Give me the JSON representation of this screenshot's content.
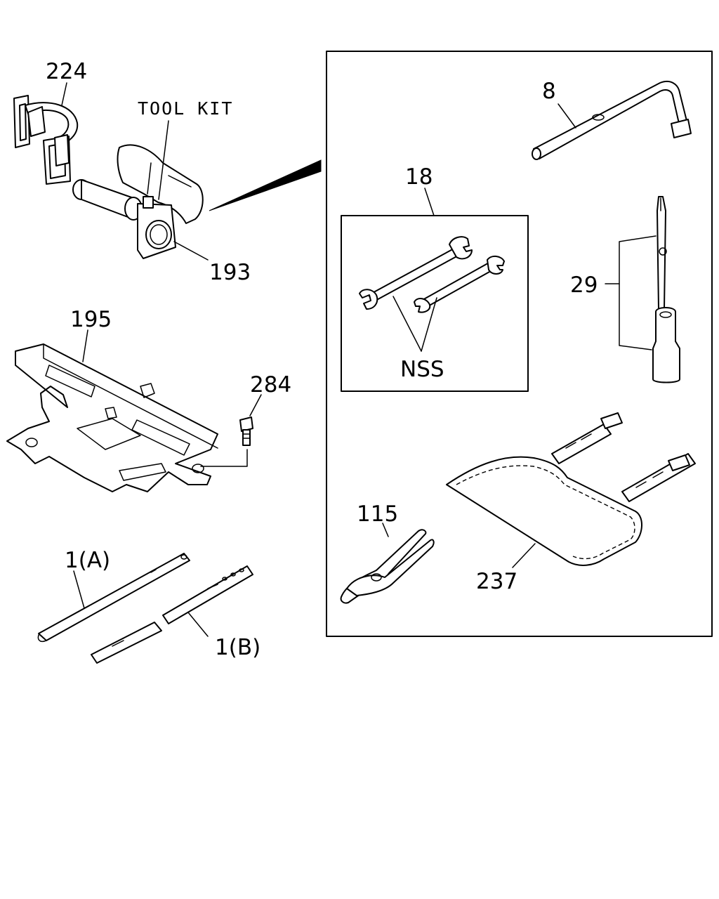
{
  "diagram": {
    "labels": {
      "p224": "224",
      "tool_kit": "TOOL KIT",
      "p193": "193",
      "p195": "195",
      "p284": "284",
      "p1a": "1(A)",
      "p1b": "1(B)",
      "p8": "8",
      "p18": "18",
      "nss": "NSS",
      "p29": "29",
      "p115": "115",
      "p237": "237"
    },
    "line_color": "#000000",
    "background": "#ffffff"
  }
}
